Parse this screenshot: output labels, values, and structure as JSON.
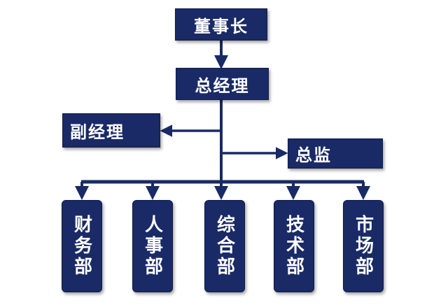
{
  "org_chart": {
    "chairman": "董事长",
    "general_manager": "总经理",
    "deputy_general_manager": "副经理",
    "director": "总监",
    "departments": [
      "财务部",
      "人事部",
      "综合部",
      "技术部",
      "市场部"
    ]
  },
  "colors": {
    "box_fill": "#192a66",
    "connector": "#192a66",
    "text": "#ffffff",
    "background": "#ffffff"
  }
}
